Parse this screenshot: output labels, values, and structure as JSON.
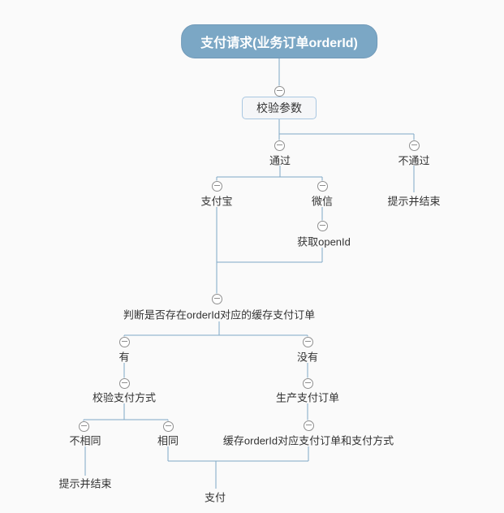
{
  "canvas": {
    "background": "#fafafa"
  },
  "palette": {
    "root_fill": "#7ba7c5",
    "root_text": "#ffffff",
    "box_fill": "#f5f6f8",
    "box_border": "#a9c7e1",
    "connector_line": "#7fa8c6",
    "collapse_icon": "#8f8f8f",
    "label_text": "#333333"
  },
  "icons": {
    "collapse": "minus-circle"
  },
  "mindmap": {
    "root": {
      "label": "支付请求(业务订单orderId)"
    },
    "nodes": {
      "validate_params": "校验参数",
      "pass": "通过",
      "fail": "不通过",
      "fail_end": "提示并结束",
      "alipay": "支付宝",
      "wechat": "微信",
      "get_openid": "获取openId",
      "check_cached_order": "判断是否存在orderId对应的缓存支付订单",
      "exists": "有",
      "not_exists": "没有",
      "verify_pay_method": "校验支付方式",
      "create_pay_order": "生产支付订单",
      "different": "不相同",
      "same": "相同",
      "different_end": "提示并结束",
      "cache_order": "缓存orderId对应支付订单和支付方式",
      "pay": "支付"
    }
  }
}
